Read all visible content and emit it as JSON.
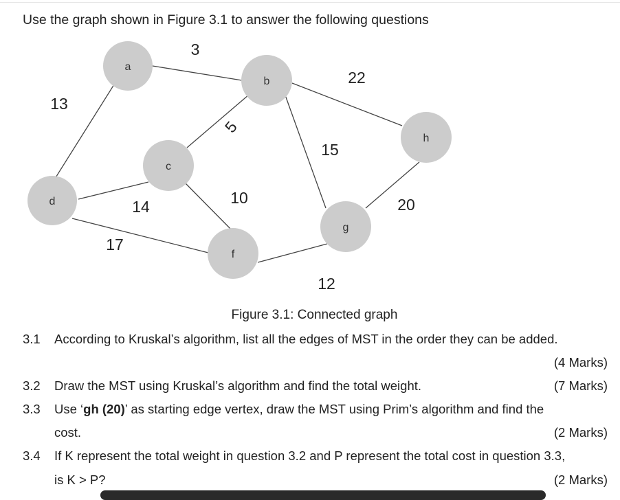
{
  "intro": "Use the graph shown in Figure 3.1 to answer the following questions",
  "graph": {
    "nodes": [
      "a",
      "b",
      "c",
      "d",
      "f",
      "g",
      "h"
    ],
    "edges": [
      {
        "from": "a",
        "to": "b",
        "weight": "3"
      },
      {
        "from": "a",
        "to": "d",
        "weight": "13"
      },
      {
        "from": "b",
        "to": "c",
        "weight": "5"
      },
      {
        "from": "b",
        "to": "h",
        "weight": "22"
      },
      {
        "from": "b",
        "to": "g",
        "weight": "15"
      },
      {
        "from": "c",
        "to": "d",
        "weight": "14"
      },
      {
        "from": "c",
        "to": "f",
        "weight": "10"
      },
      {
        "from": "d",
        "to": "f",
        "weight": "17"
      },
      {
        "from": "f",
        "to": "g",
        "weight": "12"
      },
      {
        "from": "g",
        "to": "h",
        "weight": "20"
      }
    ]
  },
  "caption": "Figure 3.1: Connected graph",
  "questions": [
    {
      "num": "3.1",
      "text": "According to Kruskal’s algorithm, list all the edges of MST in the order they can be added.",
      "marks": "(4 Marks)"
    },
    {
      "num": "3.2",
      "text": "Draw the MST using Kruskal’s algorithm and find the total weight.",
      "marks": "(7 Marks)"
    },
    {
      "num": "3.3",
      "text_pre": "Use ‘",
      "text_bold": "gh (20)",
      "text_post": "’ as starting edge vertex, draw the MST using Prim’s algorithm and find the",
      "text_line2": "cost.",
      "marks": "(2 Marks)"
    },
    {
      "num": "3.4",
      "text": "If K represent the total weight in question 3.2 and P represent the total cost in question 3.3,",
      "text_line2": "is K > P?",
      "marks": "(2 Marks)"
    }
  ]
}
